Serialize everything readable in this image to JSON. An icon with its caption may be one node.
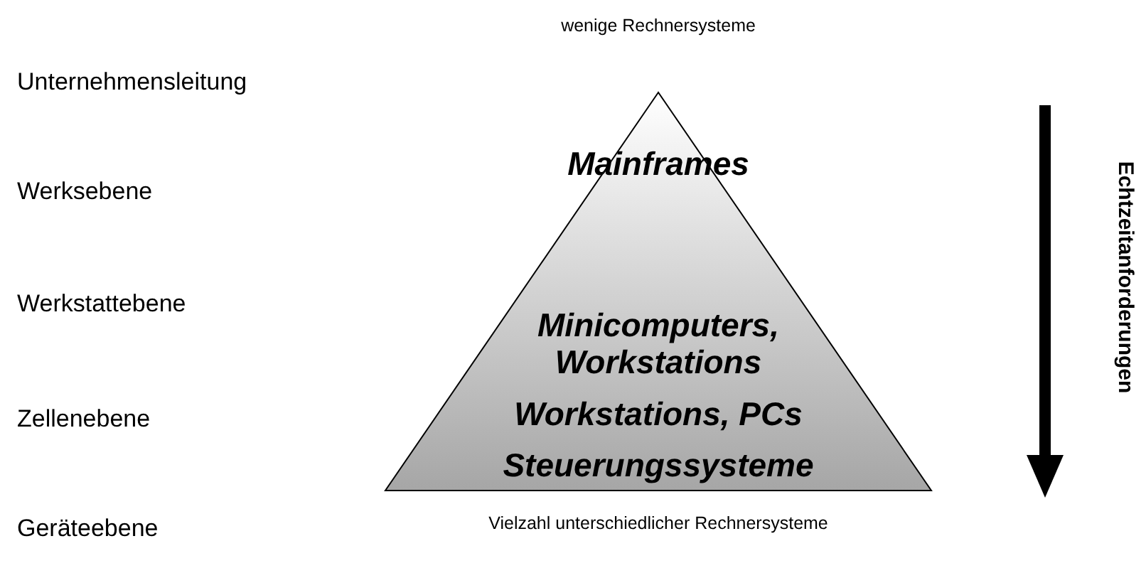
{
  "diagram": {
    "nodes": [
      {
        "text": [
          "Mainframes",
          "Minicomputers, Workstations",
          "Workstations, PCs",
          "Steuerungssysteme"
        ],
        "beside": [
          "wenige Rechnersysteme",
          "Vielzahl unterschiedlicher Rechnersysteme"
        ]
      }
    ],
    "labels": [
      "Unternehmensleitung",
      "Werksebene",
      "Werkstattebene",
      "Zellenebene",
      "Geräteebene",
      "Echtzeitanforderungen"
    ]
  }
}
